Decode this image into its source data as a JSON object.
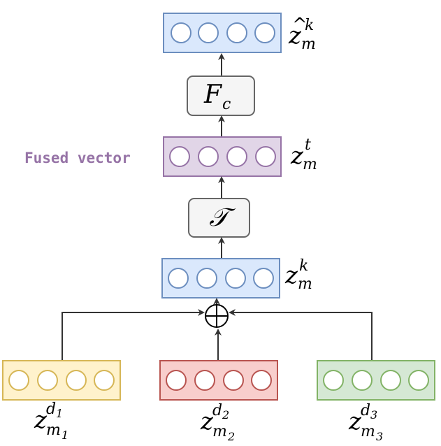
{
  "colors": {
    "blue_fill": "#dae8fc",
    "blue_stroke": "#6c8ebf",
    "purple_fill": "#e1d5e7",
    "purple_stroke": "#9673a6",
    "gray_fill": "#f5f5f5",
    "gray_stroke": "#666666",
    "yellow_fill": "#fff2cc",
    "yellow_stroke": "#d6b656",
    "red_fill": "#f8cecc",
    "red_stroke": "#b85450",
    "green_fill": "#d5e8d4",
    "green_stroke": "#82b366",
    "arrow": "#333333"
  },
  "fused_label": "Fused vector",
  "operators": {
    "fc": {
      "main": "F",
      "sub": "c"
    },
    "transform": "𝒯",
    "oplus": "⊕"
  },
  "labels": {
    "top_output": {
      "accent": "^",
      "base": "z",
      "sub": "m",
      "sup": "k"
    },
    "fused": {
      "base": "z",
      "sub": "m",
      "sup": "t"
    },
    "concat": {
      "base": "z",
      "sub": "m",
      "sup": "k"
    },
    "input1": {
      "base": "z",
      "sub": "m",
      "subsub": "1",
      "sup": "d",
      "supsub": "1"
    },
    "input2": {
      "base": "z",
      "sub": "m",
      "subsub": "2",
      "sup": "d",
      "supsub": "2"
    },
    "input3": {
      "base": "z",
      "sub": "m",
      "subsub": "3",
      "sup": "d",
      "supsub": "3"
    }
  }
}
